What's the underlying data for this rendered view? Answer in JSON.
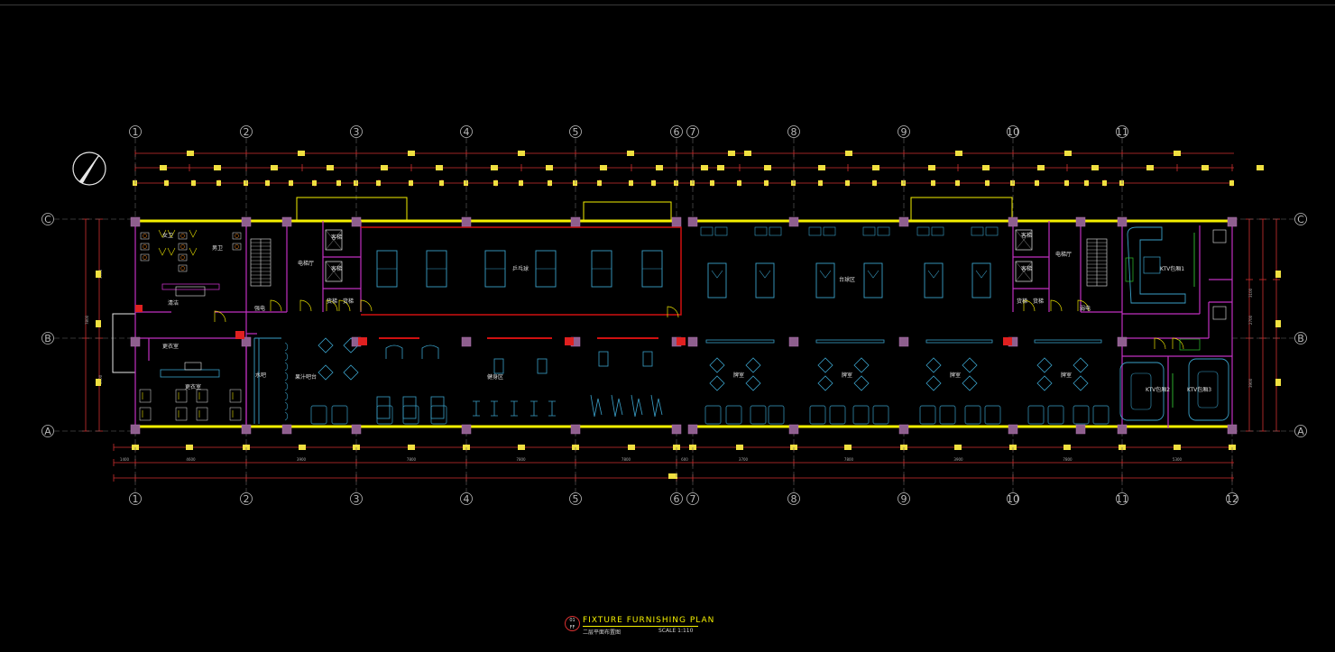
{
  "colors": {
    "background": "#000000",
    "wall": "#f5f000",
    "column": "#8e5f8e",
    "partition": "#c030c0",
    "dimension": "#d03030",
    "furniture": "#3aa0c8",
    "grid_bubble": "#bbbbbb",
    "door": "#e8e000",
    "green_accent": "#30c030"
  },
  "north_arrow": {
    "icon": "north-arrow-icon"
  },
  "grid_columns": {
    "top": [
      "1",
      "2",
      "3",
      "4",
      "5",
      "6",
      "7",
      "8",
      "9",
      "10",
      "11"
    ],
    "bottom": [
      "1",
      "2",
      "3",
      "4",
      "5",
      "6",
      "7",
      "8",
      "9",
      "10",
      "11",
      "12"
    ]
  },
  "grid_rows": [
    "C",
    "B",
    "A"
  ],
  "rooms": [
    {
      "id": "toilet-f",
      "label": "女卫"
    },
    {
      "id": "toilet-m",
      "label": "男卫"
    },
    {
      "id": "cleaning",
      "label": "清洁"
    },
    {
      "id": "sports-room-1",
      "label": "更衣室"
    },
    {
      "id": "sports-room-2",
      "label": "更衣室"
    },
    {
      "id": "elevator-hall-1",
      "label": "电梯厅"
    },
    {
      "id": "elevator-hall-2",
      "label": "电梯厅"
    },
    {
      "id": "lift-1",
      "label": "客梯"
    },
    {
      "id": "lift-2",
      "label": "客梯"
    },
    {
      "id": "lift-3",
      "label": "客梯"
    },
    {
      "id": "lift-4",
      "label": "客梯"
    },
    {
      "id": "freight-1",
      "label": "货梯"
    },
    {
      "id": "freight-2",
      "label": "货梯"
    },
    {
      "id": "freight-3",
      "label": "货梯"
    },
    {
      "id": "freight-4",
      "label": "货梯"
    },
    {
      "id": "pingpong",
      "label": "乒乓球"
    },
    {
      "id": "billiards",
      "label": "台球区"
    },
    {
      "id": "ktv-1",
      "label": "KTV包厢1"
    },
    {
      "id": "ktv-2",
      "label": "KTV包厢2"
    },
    {
      "id": "ktv-3",
      "label": "KTV包厢3"
    },
    {
      "id": "water-bar",
      "label": "水吧"
    },
    {
      "id": "juice-bar",
      "label": "果汁吧台"
    },
    {
      "id": "gym",
      "label": "健身区"
    },
    {
      "id": "cards-1",
      "label": "牌室"
    },
    {
      "id": "cards-2",
      "label": "牌室"
    },
    {
      "id": "cards-3",
      "label": "牌室"
    },
    {
      "id": "cards-4",
      "label": "牌室"
    },
    {
      "id": "stair-1",
      "label": "强电"
    },
    {
      "id": "stair-2",
      "label": "弱电"
    }
  ],
  "dims": {
    "bottom": [
      "1400",
      "4600",
      "3900",
      "7800",
      "7800",
      "7800",
      "600",
      "3700",
      "7800",
      "3900",
      "7800",
      "5300"
    ],
    "left": [
      "3900",
      "3900",
      "7800"
    ],
    "right": [
      "3100",
      "2700",
      "3900"
    ]
  },
  "title": {
    "number": "01",
    "code": "FF",
    "main": "FIXTURE FURNISHING PLAN",
    "sub": "二层平面布置图",
    "scale": "SCALE 1:110"
  }
}
